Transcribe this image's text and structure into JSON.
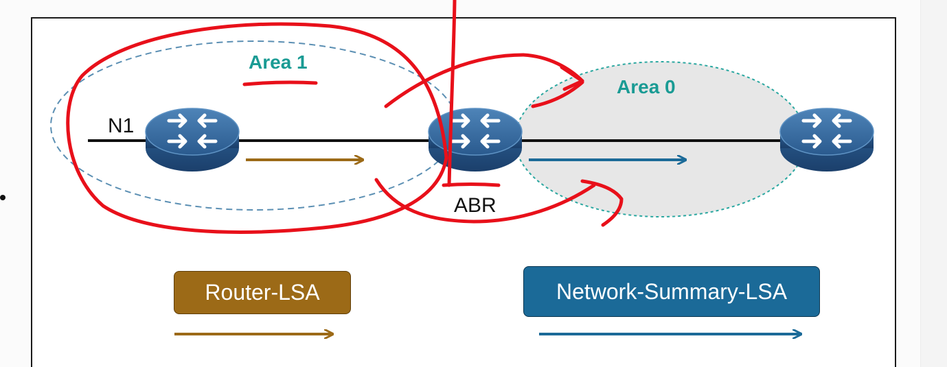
{
  "diagram": {
    "area1_label": "Area 1",
    "area0_label": "Area 0",
    "n1_label": "N1",
    "abr_label": "ABR",
    "legend": {
      "router_lsa": "Router-LSA",
      "network_summary_lsa": "Network-Summary-LSA"
    }
  },
  "colors": {
    "area_label_teal": "#1a9b94",
    "router_lsa_brown": "#9c6a17",
    "summary_lsa_blue": "#1b6a98",
    "annotation_red": "#e8101a",
    "area0_fill": "#e6e6e6",
    "router_body": "#2f5f93",
    "link_black": "#111111"
  },
  "icons": {
    "router": "router-icon"
  }
}
